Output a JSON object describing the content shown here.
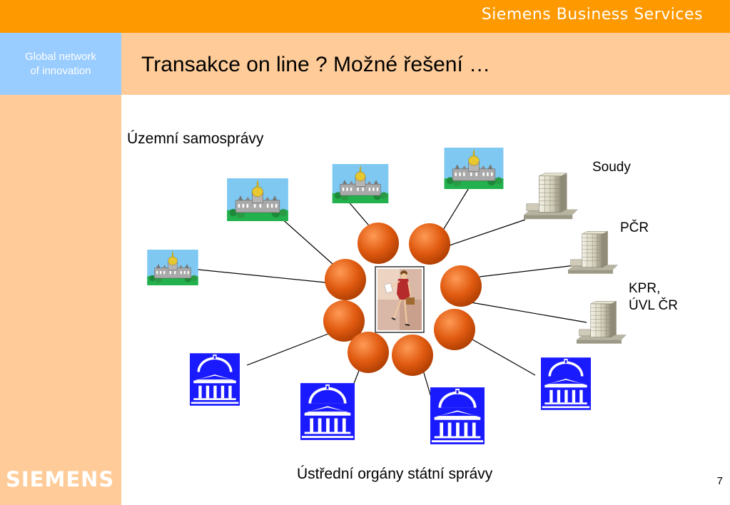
{
  "header": {
    "brand": "Siemens Business Services"
  },
  "sidebar": {
    "tagline_line1": "Global network",
    "tagline_line2": "of innovation",
    "logo": "SIEMENS"
  },
  "slide": {
    "title": "Transakce on line ?  Možné řešení …",
    "page_number": "7",
    "labels": {
      "regional": "Územní  samosprávy",
      "courts": "Soudy",
      "police": "PČR",
      "kpr_line1": "KPR,",
      "kpr_line2": "ÚVL ČR",
      "central": "Ústřední orgány státní správy"
    }
  },
  "colors": {
    "top_bar": "#ff9900",
    "title_band": "#ffcc99",
    "tagline_box": "#99ccff",
    "node_fill": "#e05a10",
    "dome_blue": "#1a1aff"
  },
  "icons": {
    "regional_nodes": "capitol-building-icon",
    "courts_police_nodes": "office-tower-icon",
    "central_nodes": "domed-government-icon",
    "center": "businesswoman-icon"
  }
}
